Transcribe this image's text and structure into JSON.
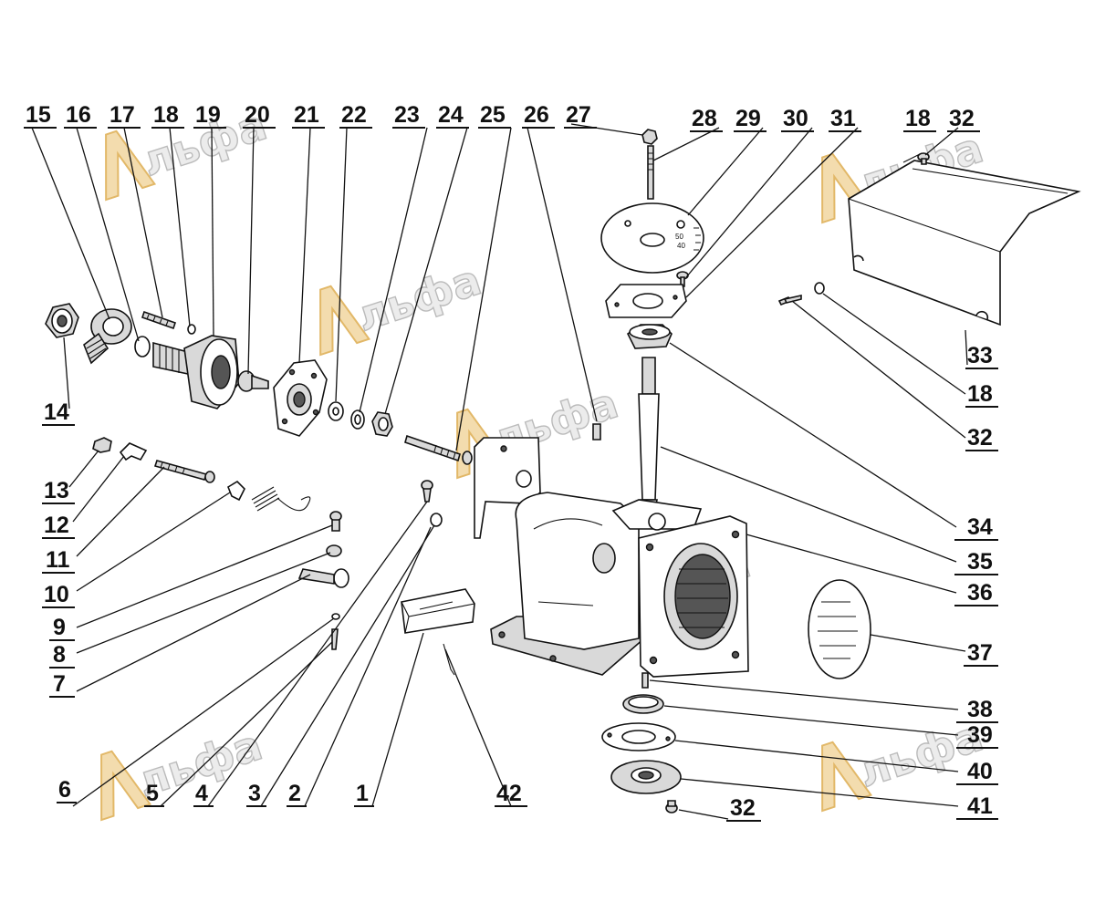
{
  "diagram": {
    "watermark_text": "льфа",
    "callouts": [
      {
        "id": "15",
        "label": "15"
      },
      {
        "id": "16",
        "label": "16"
      },
      {
        "id": "17",
        "label": "17"
      },
      {
        "id": "18a",
        "label": "18"
      },
      {
        "id": "19",
        "label": "19"
      },
      {
        "id": "20",
        "label": "20"
      },
      {
        "id": "21",
        "label": "21"
      },
      {
        "id": "22",
        "label": "22"
      },
      {
        "id": "23",
        "label": "23"
      },
      {
        "id": "24",
        "label": "24"
      },
      {
        "id": "25",
        "label": "25"
      },
      {
        "id": "26",
        "label": "26"
      },
      {
        "id": "27",
        "label": "27"
      },
      {
        "id": "28",
        "label": "28"
      },
      {
        "id": "29",
        "label": "29"
      },
      {
        "id": "30",
        "label": "30"
      },
      {
        "id": "31",
        "label": "31"
      },
      {
        "id": "18b",
        "label": "18"
      },
      {
        "id": "32a",
        "label": "32"
      },
      {
        "id": "14",
        "label": "14"
      },
      {
        "id": "13",
        "label": "13"
      },
      {
        "id": "12",
        "label": "12"
      },
      {
        "id": "11",
        "label": "11"
      },
      {
        "id": "10",
        "label": "10"
      },
      {
        "id": "9",
        "label": "9"
      },
      {
        "id": "8",
        "label": "8"
      },
      {
        "id": "7",
        "label": "7"
      },
      {
        "id": "6",
        "label": "6"
      },
      {
        "id": "5",
        "label": "5"
      },
      {
        "id": "4",
        "label": "4"
      },
      {
        "id": "3",
        "label": "3"
      },
      {
        "id": "2",
        "label": "2"
      },
      {
        "id": "1",
        "label": "1"
      },
      {
        "id": "42",
        "label": "42"
      },
      {
        "id": "33",
        "label": "33"
      },
      {
        "id": "18c",
        "label": "18"
      },
      {
        "id": "32b",
        "label": "32"
      },
      {
        "id": "34",
        "label": "34"
      },
      {
        "id": "35",
        "label": "35"
      },
      {
        "id": "36",
        "label": "36"
      },
      {
        "id": "37",
        "label": "37"
      },
      {
        "id": "38",
        "label": "38"
      },
      {
        "id": "39",
        "label": "39"
      },
      {
        "id": "40",
        "label": "40"
      },
      {
        "id": "41",
        "label": "41"
      },
      {
        "id": "32c",
        "label": "32"
      }
    ],
    "dial_marks": [
      "50",
      "40"
    ]
  }
}
